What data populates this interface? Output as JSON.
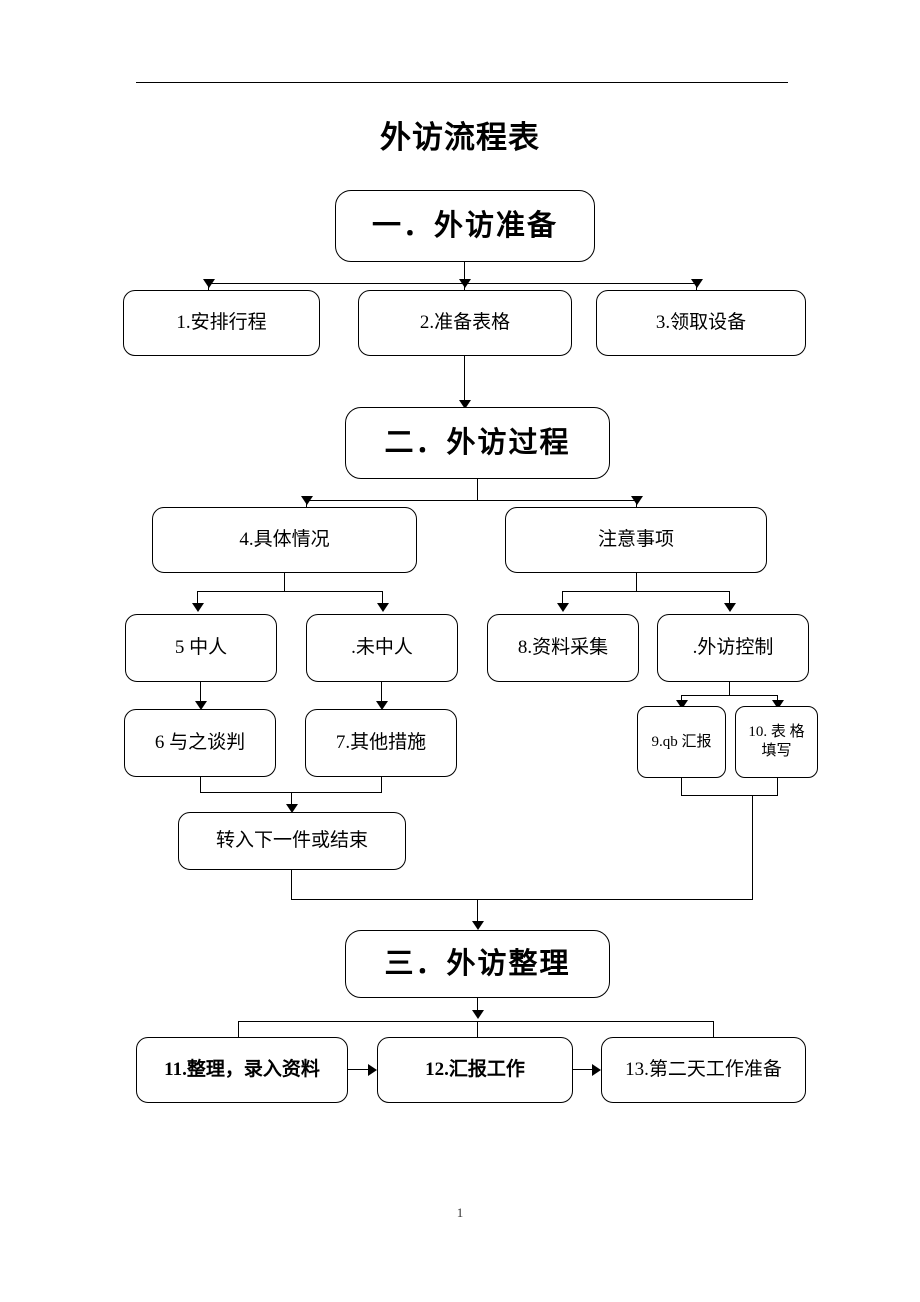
{
  "document": {
    "title": "外访流程表",
    "page_number": "1"
  },
  "stages": [
    {
      "id": "stage1",
      "label": "一．外访准备"
    },
    {
      "id": "stage2",
      "label": "二．外访过程"
    },
    {
      "id": "stage3",
      "label": "三．外访整理"
    }
  ],
  "stage1_steps": [
    {
      "id": "s1a",
      "label": "1.安排行程"
    },
    {
      "id": "s1b",
      "label": "2.准备表格"
    },
    {
      "id": "s1c",
      "label": "3.领取设备"
    }
  ],
  "stage2_branches": [
    {
      "id": "b-left",
      "label": "4.具体情况"
    },
    {
      "id": "b-right",
      "label": "注意事项"
    }
  ],
  "stage2_left_children": [
    {
      "id": "c5",
      "label": "5 中人"
    },
    {
      "id": "c6",
      "label": ".未中人"
    }
  ],
  "stage2_right_children": [
    {
      "id": "c8",
      "label": "8.资料采集"
    },
    {
      "id": "c9",
      "label": ".外访控制"
    }
  ],
  "stage2_left_grandchildren": [
    {
      "id": "g6",
      "label": "6 与之谈判"
    },
    {
      "id": "g7",
      "label": "7.其他措施"
    }
  ],
  "stage2_right_grandchildren": [
    {
      "id": "g9",
      "label_prefix": "9.",
      "label_bold": "qb",
      "label_suffix": " 汇报",
      "label": "9.qb 汇报"
    },
    {
      "id": "g10",
      "label": "10. 表 格 填写"
    }
  ],
  "terminal": {
    "id": "t1",
    "label": "转入下一件或结束"
  },
  "stage3_steps": [
    {
      "id": "s3a",
      "label": "11.整理，录入资料",
      "bold": true
    },
    {
      "id": "s3b",
      "label": "12.汇报工作",
      "bold": true
    },
    {
      "id": "s3c",
      "label": "13.第二天工作准备",
      "bold": false
    }
  ],
  "colors": {
    "stroke": "#000000",
    "background": "#ffffff",
    "text": "#000000"
  }
}
